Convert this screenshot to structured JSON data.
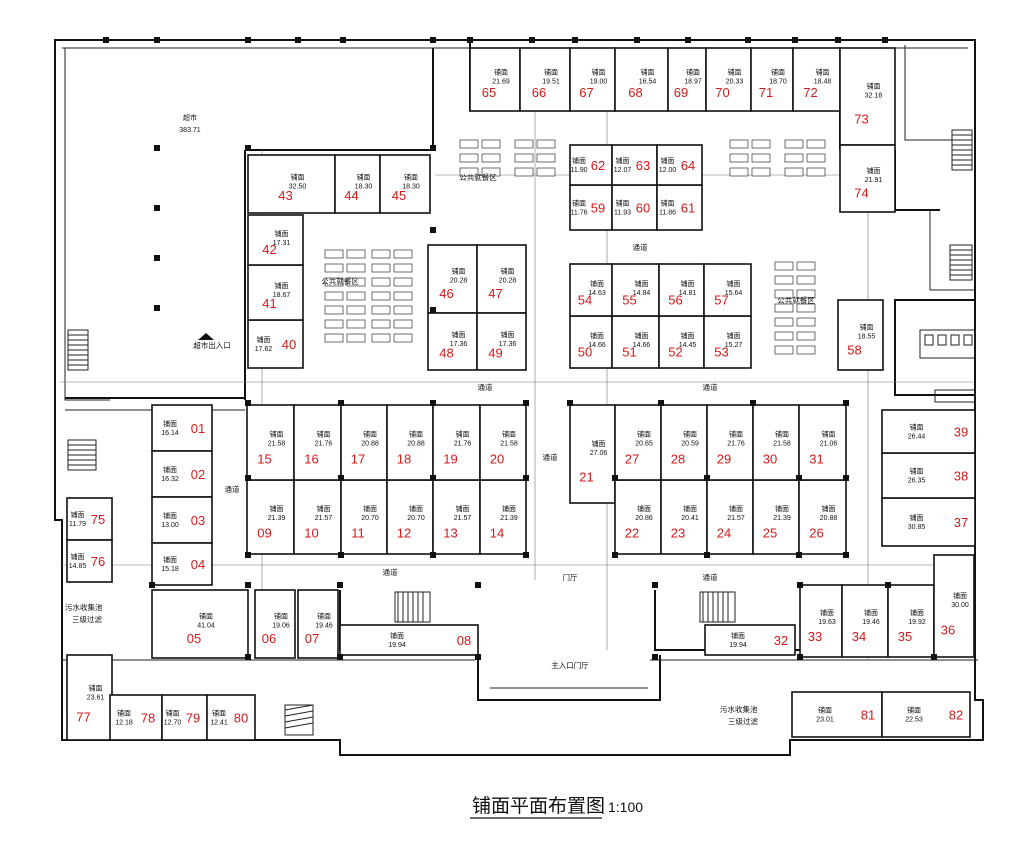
{
  "diagram": {
    "title": "铺面平面布置图",
    "scale": "1:100",
    "supermarket": {
      "name": "超市",
      "area": "383.71"
    },
    "supermarket_entrance": "超市出入口",
    "main_hall": "主入口门厅",
    "door_hall": "门厅",
    "public_area": "公共就餐区",
    "corridor": "通道",
    "sewage_west": {
      "line1": "污水收集池",
      "line2": "三级过滤"
    },
    "sewage_east": {
      "line1": "污水收集池",
      "line2": "三级过滤"
    },
    "shop_label": "铺面",
    "shops": [
      {
        "id": "01",
        "area": "16.14"
      },
      {
        "id": "02",
        "area": "16.32"
      },
      {
        "id": "03",
        "area": "13.00"
      },
      {
        "id": "04",
        "area": "15.18"
      },
      {
        "id": "05",
        "area": "41.04"
      },
      {
        "id": "06",
        "area": "19.06"
      },
      {
        "id": "07",
        "area": "19.46"
      },
      {
        "id": "08",
        "area": "19.94"
      },
      {
        "id": "09",
        "area": "21.39"
      },
      {
        "id": "10",
        "area": "21.57"
      },
      {
        "id": "11",
        "area": "20.70"
      },
      {
        "id": "12",
        "area": "20.70"
      },
      {
        "id": "13",
        "area": "21.57"
      },
      {
        "id": "14",
        "area": "21.39"
      },
      {
        "id": "15",
        "area": "21.58"
      },
      {
        "id": "16",
        "area": "21.76"
      },
      {
        "id": "17",
        "area": "20.88"
      },
      {
        "id": "18",
        "area": "20.88"
      },
      {
        "id": "19",
        "area": "21.76"
      },
      {
        "id": "20",
        "area": "21.58"
      },
      {
        "id": "21",
        "area": "27.06"
      },
      {
        "id": "22",
        "area": "20.86"
      },
      {
        "id": "23",
        "area": "20.41"
      },
      {
        "id": "24",
        "area": "21.57"
      },
      {
        "id": "25",
        "area": "21.39"
      },
      {
        "id": "26",
        "area": "20.88"
      },
      {
        "id": "27",
        "area": "20.65"
      },
      {
        "id": "28",
        "area": "20.59"
      },
      {
        "id": "29",
        "area": "21.76"
      },
      {
        "id": "30",
        "area": "21.58"
      },
      {
        "id": "31",
        "area": "21.06"
      },
      {
        "id": "32",
        "area": "19.94"
      },
      {
        "id": "33",
        "area": "19.63"
      },
      {
        "id": "34",
        "area": "19.46"
      },
      {
        "id": "35",
        "area": "19.92"
      },
      {
        "id": "36",
        "area": "30.00"
      },
      {
        "id": "37",
        "area": "30.85"
      },
      {
        "id": "38",
        "area": "26.35"
      },
      {
        "id": "39",
        "area": "26.44"
      },
      {
        "id": "40",
        "area": "17.62"
      },
      {
        "id": "41",
        "area": "18.67"
      },
      {
        "id": "42",
        "area": "17.31"
      },
      {
        "id": "43",
        "area": "32.50"
      },
      {
        "id": "44",
        "area": "18.30"
      },
      {
        "id": "45",
        "area": "18.30"
      },
      {
        "id": "46",
        "area": "20.28"
      },
      {
        "id": "47",
        "area": "20.28"
      },
      {
        "id": "48",
        "area": "17.36"
      },
      {
        "id": "49",
        "area": "17.36"
      },
      {
        "id": "50",
        "area": "14.66"
      },
      {
        "id": "51",
        "area": "14.66"
      },
      {
        "id": "52",
        "area": "14.45"
      },
      {
        "id": "53",
        "area": "15.27"
      },
      {
        "id": "54",
        "area": "14.63"
      },
      {
        "id": "55",
        "area": "14.84"
      },
      {
        "id": "56",
        "area": "14.81"
      },
      {
        "id": "57",
        "area": "15.64"
      },
      {
        "id": "58",
        "area": "18.55"
      },
      {
        "id": "59",
        "area": "11.76"
      },
      {
        "id": "60",
        "area": "11.93"
      },
      {
        "id": "61",
        "area": "11.86"
      },
      {
        "id": "62",
        "area": "11.90"
      },
      {
        "id": "63",
        "area": "12.07"
      },
      {
        "id": "64",
        "area": "12.00"
      },
      {
        "id": "65",
        "area": "21.69"
      },
      {
        "id": "66",
        "area": "19.51"
      },
      {
        "id": "67",
        "area": "19.00"
      },
      {
        "id": "68",
        "area": "16.54"
      },
      {
        "id": "69",
        "area": "18.97"
      },
      {
        "id": "70",
        "area": "20.33"
      },
      {
        "id": "71",
        "area": "18.70"
      },
      {
        "id": "72",
        "area": "18.48"
      },
      {
        "id": "73",
        "area": "32.18"
      },
      {
        "id": "74",
        "area": "21.91"
      },
      {
        "id": "75",
        "area": "11.79"
      },
      {
        "id": "76",
        "area": "14.85"
      },
      {
        "id": "77",
        "area": "23.61"
      },
      {
        "id": "78",
        "area": "12.18"
      },
      {
        "id": "79",
        "area": "12.70"
      },
      {
        "id": "80",
        "area": "12.41"
      },
      {
        "id": "81",
        "area": "23.01"
      },
      {
        "id": "82",
        "area": "22.53"
      }
    ]
  }
}
